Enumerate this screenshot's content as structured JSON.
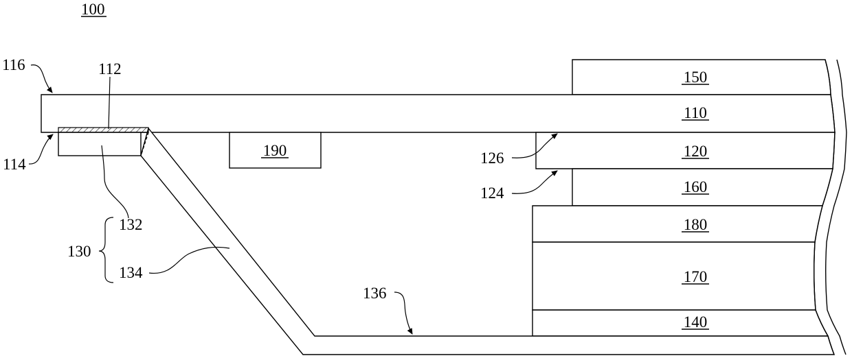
{
  "figure": {
    "figure_label": "100",
    "components": [
      {
        "id": "layer-110",
        "label": "110",
        "underlined": true
      },
      {
        "id": "layer-120",
        "label": "120",
        "underlined": true
      },
      {
        "id": "layer-140",
        "label": "140",
        "underlined": true
      },
      {
        "id": "layer-150",
        "label": "150",
        "underlined": true
      },
      {
        "id": "layer-160",
        "label": "160",
        "underlined": true
      },
      {
        "id": "layer-170",
        "label": "170",
        "underlined": true
      },
      {
        "id": "layer-180",
        "label": "180",
        "underlined": true
      },
      {
        "id": "block-190",
        "label": "190",
        "underlined": true
      }
    ],
    "callouts": [
      {
        "id": "callout-116",
        "label": "116"
      },
      {
        "id": "callout-112",
        "label": "112"
      },
      {
        "id": "callout-114",
        "label": "114"
      },
      {
        "id": "callout-132",
        "label": "132"
      },
      {
        "id": "callout-130",
        "label": "130"
      },
      {
        "id": "callout-134",
        "label": "134"
      },
      {
        "id": "callout-126",
        "label": "126"
      },
      {
        "id": "callout-124",
        "label": "124"
      },
      {
        "id": "callout-136",
        "label": "136"
      }
    ]
  }
}
